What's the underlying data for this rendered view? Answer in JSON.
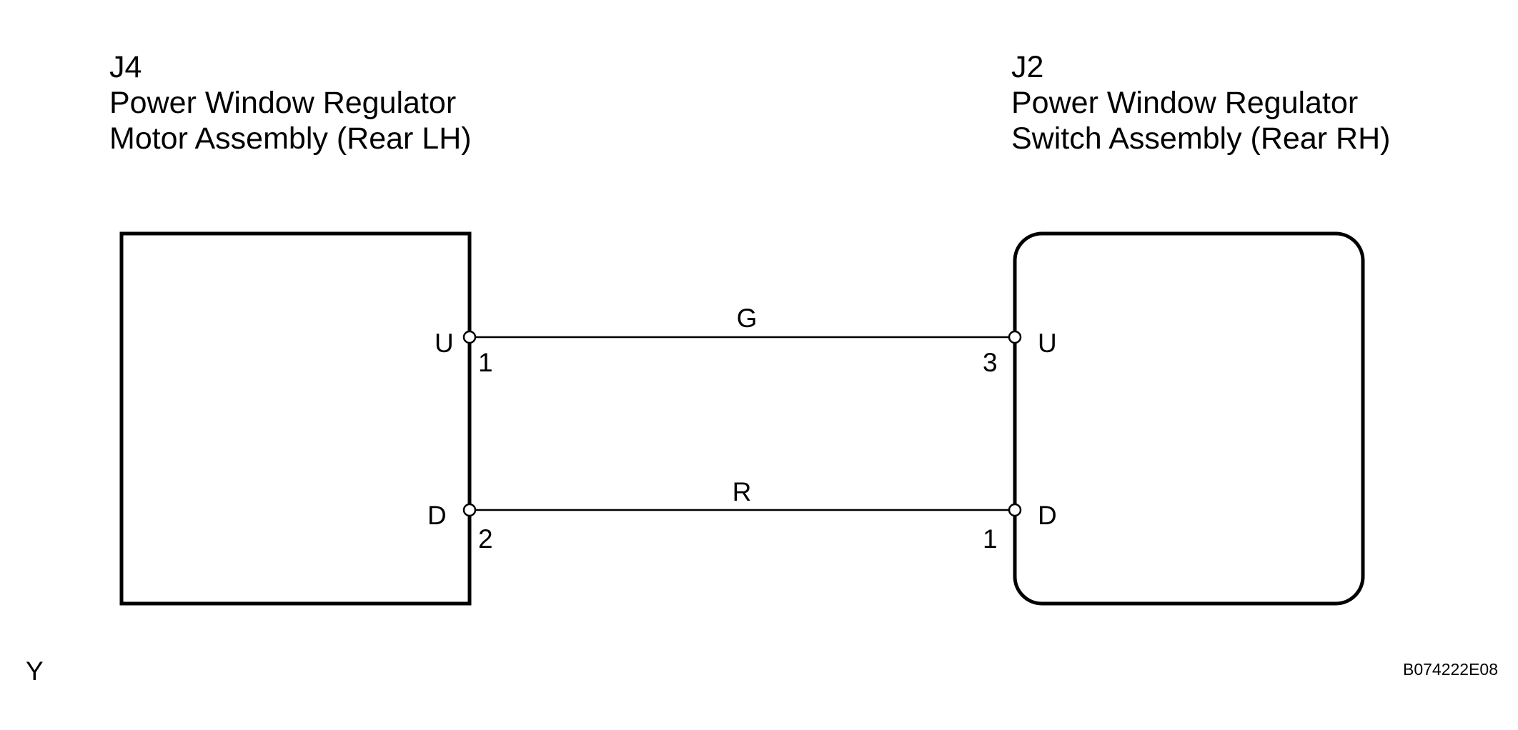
{
  "left_component": {
    "code": "J4",
    "name_line1": "Power Window Regulator",
    "name_line2": "Motor Assembly (Rear LH)"
  },
  "right_component": {
    "code": "J2",
    "name_line1": "Power Window Regulator",
    "name_line2": "Switch Assembly (Rear RH)"
  },
  "wires": [
    {
      "color_code": "G",
      "left_terminal": "U",
      "left_pin": "1",
      "right_terminal": "U",
      "right_pin": "3"
    },
    {
      "color_code": "R",
      "left_terminal": "D",
      "left_pin": "2",
      "right_terminal": "D",
      "right_pin": "1"
    }
  ],
  "footer": {
    "left_code": "Y",
    "figure_id": "B074222E08"
  }
}
